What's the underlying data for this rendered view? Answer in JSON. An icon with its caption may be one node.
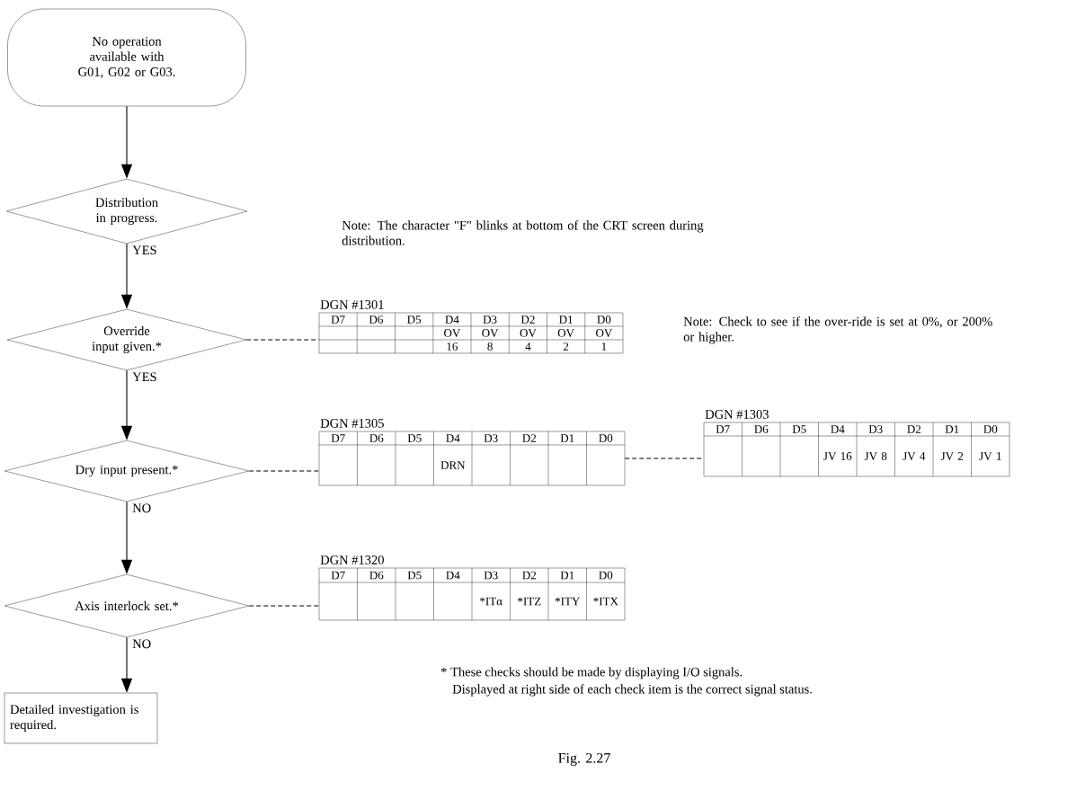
{
  "diagram": {
    "caption": "Fig. 2.27",
    "nodes": [
      {
        "text": [
          "No operation available with G01, G02 or G03."
        ]
      },
      {
        "text": [
          "Distribution in progress."
        ]
      },
      {
        "text": [
          "Override input given.*"
        ]
      },
      {
        "text": [
          "DGN #1301",
          "D7",
          "D6",
          "D5",
          "D4",
          "D3",
          "D2",
          "D1",
          "D0",
          "OV",
          "OV",
          "OV",
          "OV",
          "OV",
          "16",
          "8",
          "4",
          "2",
          "1"
        ]
      },
      {
        "text": [
          "Dry input present.*"
        ]
      },
      {
        "text": [
          "DGN #1305",
          "D7",
          "D6",
          "D5",
          "D4",
          "D3",
          "D2",
          "D1",
          "D0",
          "DRN"
        ]
      },
      {
        "text": [
          "DGN #1303",
          "D7",
          "D6",
          "D5",
          "D4",
          "D3",
          "D2",
          "D1",
          "D0",
          "JV 16",
          "JV 8",
          "JV 4",
          "JV 2",
          "JV 1"
        ]
      },
      {
        "text": [
          "Axis interlock set.*"
        ]
      },
      {
        "text": [
          "DGN #1320",
          "D7",
          "D6",
          "D5",
          "D4",
          "D3",
          "D2",
          "D1",
          "D0",
          "*ITα",
          "*ITZ",
          "*ITY",
          "*ITX"
        ]
      },
      {
        "text": [
          "Detailed investigation is required."
        ]
      }
    ],
    "edges": [
      {
        "from": 0,
        "to": 1,
        "arrow": "to"
      },
      {
        "from": 1,
        "to": 2,
        "arrow": "to",
        "label": "YES"
      },
      {
        "from": 2,
        "to": 4,
        "arrow": "to",
        "label": "YES"
      },
      {
        "from": 4,
        "to": 7,
        "arrow": "to",
        "label": "NO"
      },
      {
        "from": 7,
        "to": 9,
        "arrow": "to",
        "label": "NO"
      },
      {
        "from": 2,
        "to": 3,
        "arrow": "none",
        "style": "dashed"
      },
      {
        "from": 4,
        "to": 5,
        "arrow": "none",
        "style": "dashed"
      },
      {
        "from": 5,
        "to": 6,
        "arrow": "none",
        "style": "dashed"
      },
      {
        "from": 7,
        "to": 8,
        "arrow": "none",
        "style": "dashed"
      }
    ],
    "labels": [
      "Note: The character \"F\" blinks at bottom of the CRT screen during distribution.",
      "Note: Check to see if the over-ride is set at 0%, or 200% or higher.",
      "* These checks should be made by displaying I/O signals.",
      "Displayed at right side of each check item is the correct signal status."
    ]
  }
}
